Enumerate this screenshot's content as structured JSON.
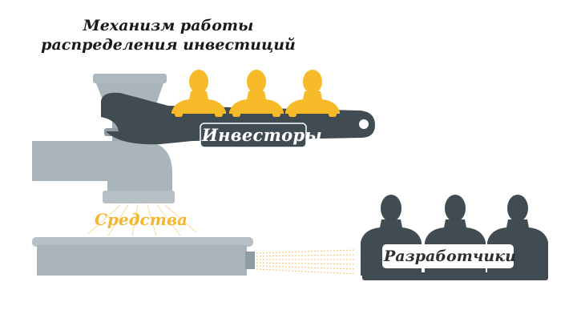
{
  "title": {
    "line1": "Механизм работы",
    "line2": "распределения инвестиций"
  },
  "labels": {
    "investors": "Инвесторы",
    "funds": "Средства",
    "developers": "Разработчики"
  },
  "colors": {
    "machine_gray": "#a9b5ba",
    "dark_slate": "#414c52",
    "investor_yellow": "#f7bb2a",
    "funds_text": "#f2b632",
    "text_dark": "#1a1a1a"
  },
  "icons": {
    "investor_person": "person-icon",
    "developer_person": "person-icon",
    "wrench": "wrench-icon",
    "faucet": "faucet-icon"
  }
}
